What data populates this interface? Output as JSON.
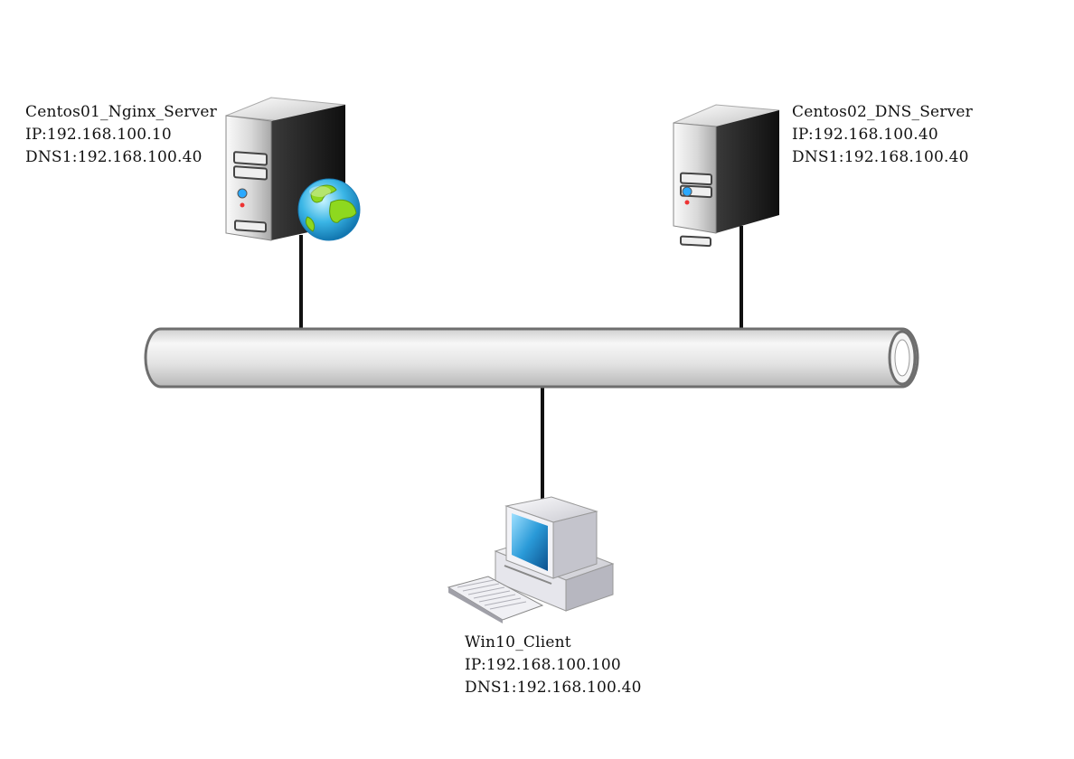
{
  "nodes": [
    {
      "id": "nginx",
      "name": "Centos01_Nginx_Server",
      "ip_label": "IP:",
      "ip": "192.168.100.10",
      "dns_label": "DNS1:",
      "dns": "192.168.100.40",
      "icon": "web-server-icon"
    },
    {
      "id": "dns",
      "name": "Centos02_DNS_Server",
      "ip_label": "IP:",
      "ip": "192.168.100.40",
      "dns_label": "DNS1:",
      "dns": "192.168.100.40",
      "icon": "server-icon"
    },
    {
      "id": "client",
      "name": "Win10_Client",
      "ip_label": "IP:",
      "ip": "192.168.100.100",
      "dns_label": "DNS1:",
      "dns": "192.168.100.40",
      "icon": "desktop-computer-icon"
    }
  ],
  "network": {
    "icon": "network-bus-cylinder"
  },
  "colors": {
    "line": "#111111",
    "tube_edge": "#6e6e6e",
    "tube_fill": "#e4e4e4"
  }
}
